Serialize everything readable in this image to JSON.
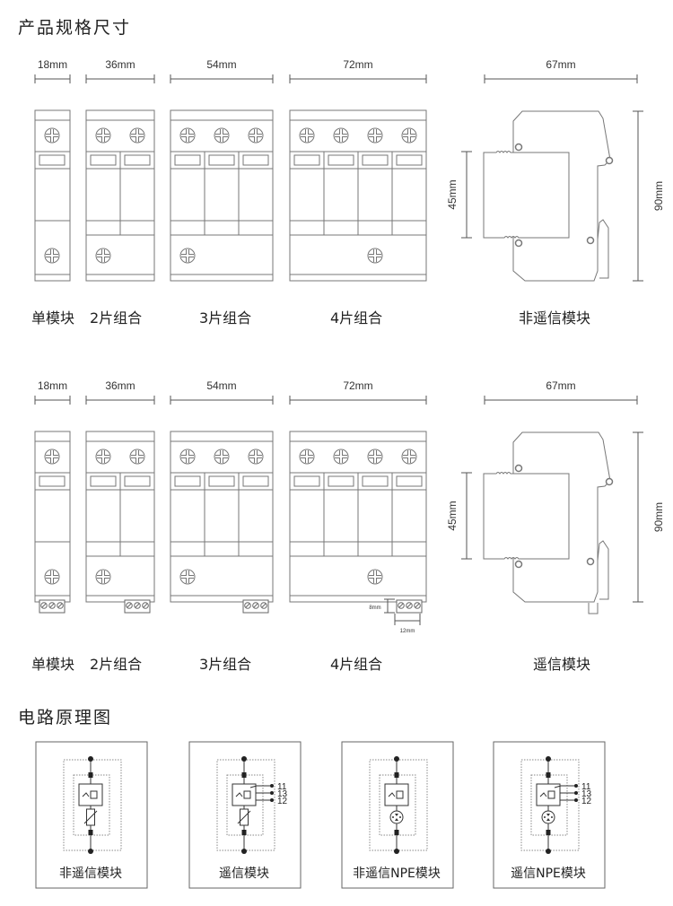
{
  "sections": {
    "dimensions_title": "产品规格尺寸",
    "circuit_title": "电路原理图"
  },
  "rows": [
    {
      "modules": [
        {
          "width_label": "18mm",
          "poles": 1,
          "bottom_screw_pole": 0,
          "terminal_pole": null
        },
        {
          "width_label": "36mm",
          "poles": 2,
          "bottom_screw_pole": 0,
          "terminal_pole": null
        },
        {
          "width_label": "54mm",
          "poles": 3,
          "bottom_screw_pole": 0,
          "terminal_pole": null
        },
        {
          "width_label": "72mm",
          "poles": 4,
          "bottom_screw_pole": 2,
          "terminal_pole": null
        }
      ],
      "side_view": {
        "width_label": "67mm",
        "depth_label": "45mm",
        "height_label": "90mm"
      },
      "captions": [
        "单模块",
        "2片组合",
        "3片组合",
        "4片组合",
        "非遥信模块"
      ]
    },
    {
      "modules": [
        {
          "width_label": "18mm",
          "poles": 1,
          "bottom_screw_pole": 0,
          "terminal_pole": 0
        },
        {
          "width_label": "36mm",
          "poles": 2,
          "bottom_screw_pole": 0,
          "terminal_pole": 1
        },
        {
          "width_label": "54mm",
          "poles": 3,
          "bottom_screw_pole": 0,
          "terminal_pole": 2
        },
        {
          "width_label": "72mm",
          "poles": 4,
          "bottom_screw_pole": 2,
          "terminal_pole": 3
        }
      ],
      "terminal_dims": {
        "height_label": "8mm",
        "width_label": "12mm"
      },
      "side_view": {
        "width_label": "67mm",
        "depth_label": "45mm",
        "height_label": "90mm"
      },
      "captions": [
        "单模块",
        "2片组合",
        "3片组合",
        "4片组合",
        "遥信模块"
      ]
    }
  ],
  "schematics": [
    {
      "caption": "非遥信模块",
      "remote_signal": false,
      "element": "varistor"
    },
    {
      "caption": "遥信模块",
      "remote_signal": true,
      "element": "varistor"
    },
    {
      "caption": "非遥信NPE模块",
      "remote_signal": false,
      "element": "gas-discharge-tube"
    },
    {
      "caption": "遥信NPE模块",
      "remote_signal": true,
      "element": "gas-discharge-tube"
    }
  ],
  "remote_terminals": [
    "11",
    "13",
    "12"
  ]
}
